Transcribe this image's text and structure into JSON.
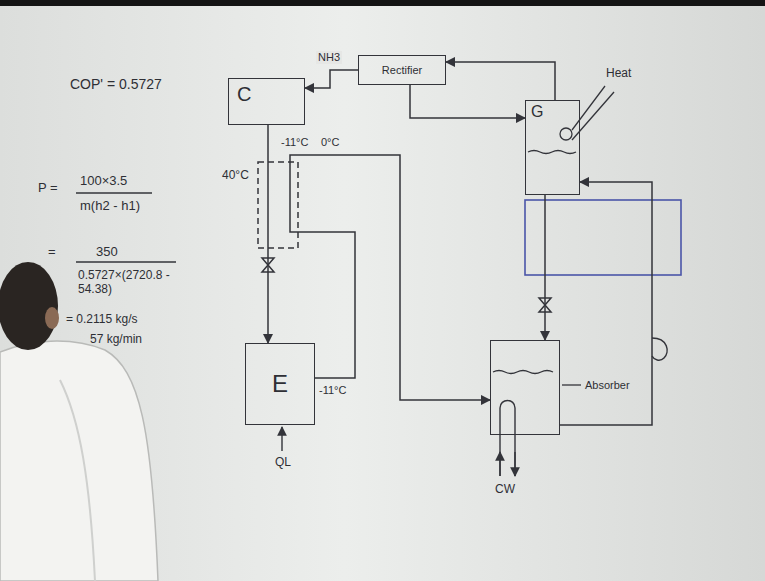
{
  "diagram": {
    "nodes": [
      {
        "text": [
          "C"
        ]
      },
      {
        "text": [
          "Rectifier"
        ]
      },
      {
        "text": [
          "G"
        ]
      },
      {
        "text": [
          "E"
        ]
      },
      {
        "text": [
          "Absorber"
        ]
      }
    ],
    "edges": [
      {
        "from": 1,
        "to": 0,
        "arrow": "to",
        "label": "NH3"
      },
      {
        "from": 2,
        "to": 1,
        "arrow": "to"
      },
      {
        "from": 1,
        "to": 2,
        "arrow": "to"
      },
      {
        "from": 0,
        "to": 3,
        "arrow": "to"
      },
      {
        "from": 3,
        "to": 4,
        "arrow": "to"
      },
      {
        "from": 4,
        "to": 2,
        "arrow": "to"
      },
      {
        "from": 2,
        "to": 4,
        "arrow": "to"
      }
    ],
    "labels": [
      "COP' = 0.5727",
      "P =",
      "100×3.5",
      "m(h2 - h1)",
      "=",
      "350",
      "0.5727×(2720.8 - 54.38)",
      "= 0.2115 kg/s",
      "57 kg/min",
      "40°C",
      "-11°C",
      "0°C",
      "-11°C",
      "QL",
      "Heat",
      "CW"
    ]
  }
}
